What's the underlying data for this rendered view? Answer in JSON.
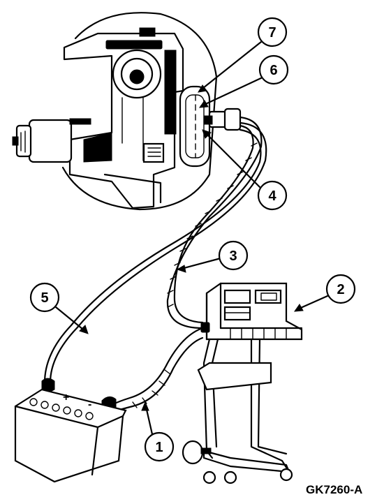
{
  "callouts": [
    {
      "id": "1",
      "color": "#000000"
    },
    {
      "id": "2",
      "color": "#000000"
    },
    {
      "id": "3",
      "color": "#000000"
    },
    {
      "id": "4",
      "color": "#000000"
    },
    {
      "id": "5",
      "color": "#000000"
    },
    {
      "id": "6",
      "color": "#000000"
    },
    {
      "id": "7",
      "color": "#000000"
    }
  ],
  "battery": {
    "plus": "+",
    "minus": "-"
  },
  "figure_id": "GK7260-A",
  "colors": {
    "ink": "#000000",
    "paper": "#ffffff"
  }
}
